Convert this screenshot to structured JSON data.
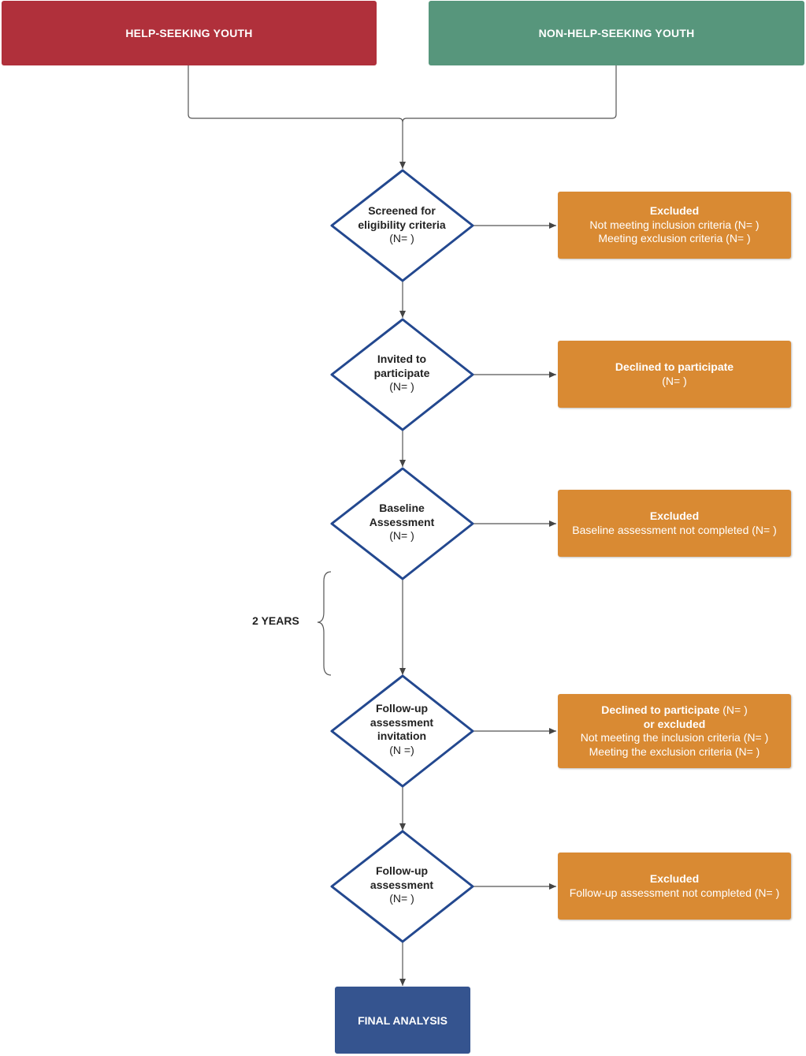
{
  "colors": {
    "help_seeking": "#B0303B",
    "non_help_seeking": "#57967C",
    "excluded": "#D98A33",
    "diamond_stroke": "#23488F",
    "final": "#35548F",
    "line": "#555555"
  },
  "top": {
    "help_seeking": "HELP-SEEKING YOUTH",
    "non_help_seeking": "NON-HELP-SEEKING YOUTH"
  },
  "steps": {
    "screened": {
      "l1": "Screened for",
      "l2": "eligibility criteria",
      "n": "(N= )"
    },
    "invited": {
      "l1": "Invited to",
      "l2": "participate",
      "n": "(N= )"
    },
    "baseline": {
      "l1": "Baseline",
      "l2": "Assessment",
      "n": "(N= )"
    },
    "followup_inv": {
      "l1": "Follow-up",
      "l2": "assessment",
      "l3": "invitation",
      "n": "(N =)"
    },
    "followup": {
      "l1": "Follow-up",
      "l2": "assessment",
      "n": "(N= )"
    }
  },
  "exclusions": {
    "screened": {
      "title": "Excluded",
      "l1": "Not meeting inclusion criteria (N= )",
      "l2": "Meeting exclusion criteria (N= )"
    },
    "invited": {
      "title": "Declined to participate",
      "l1": "(N= )"
    },
    "baseline": {
      "title": "Excluded",
      "l1": "Baseline assessment not completed (N= )"
    },
    "followup_inv": {
      "title": "Declined to participate",
      "title_n": " (N= )",
      "or": "or excluded",
      "l1": "Not meeting the inclusion criteria (N= )",
      "l2": "Meeting the exclusion criteria (N= )"
    },
    "followup": {
      "title": "Excluded",
      "l1": "Follow-up assessment not completed (N= )"
    }
  },
  "interval": "2 YEARS",
  "final": "FINAL ANALYSIS"
}
